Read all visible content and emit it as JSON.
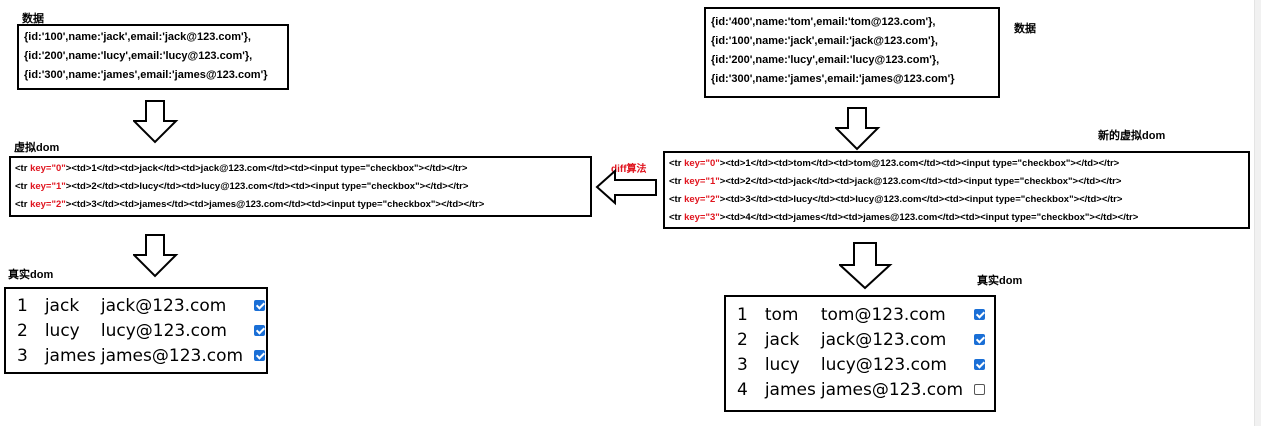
{
  "left": {
    "data_label": "数据",
    "data_lines": [
      "{id:'100',name:'jack',email:'jack@123.com'},",
      "{id:'200',name:'lucy',email:'lucy@123.com'},",
      "{id:'300',name:'james',email:'james@123.com'}"
    ],
    "vdom_label": "虚拟dom",
    "vdom_lines": [
      {
        "pre": "<tr ",
        "key": "key=\"0\"",
        "post": "><td>1</td><td>jack</td><td>jack@123.com</td><td><input type=\"checkbox\"></td></tr>"
      },
      {
        "pre": "<tr ",
        "key": "key=\"1\"",
        "post": "><td>2</td><td>lucy</td><td>lucy@123.com</td><td><input type=\"checkbox\"></td></tr>"
      },
      {
        "pre": "<tr ",
        "key": "key=\"2\"",
        "post": "><td>3</td><td>james</td><td>james@123.com</td><td><input type=\"checkbox\"></td></tr>"
      }
    ],
    "real_label": "真实dom",
    "real_rows": [
      {
        "num": "1",
        "name": "jack",
        "email": "jack@123.com",
        "checked": true
      },
      {
        "num": "2",
        "name": "lucy",
        "email": "lucy@123.com",
        "checked": true
      },
      {
        "num": "3",
        "name": "james",
        "email": "james@123.com",
        "checked": true
      }
    ]
  },
  "diff_label": "diff算法",
  "right": {
    "data_label": "数据",
    "data_lines": [
      "{id:'400',name:'tom',email:'tom@123.com'},",
      "{id:'100',name:'jack',email:'jack@123.com'},",
      "{id:'200',name:'lucy',email:'lucy@123.com'},",
      "{id:'300',name:'james',email:'james@123.com'}"
    ],
    "vdom_label": "新的虚拟dom",
    "vdom_lines": [
      {
        "pre": "<tr ",
        "key": "key=\"0\"",
        "post": "><td>1</td><td>tom</td><td>tom@123.com</td><td><input type=\"checkbox\"></td></tr>"
      },
      {
        "pre": "<tr ",
        "key": "key=\"1\"",
        "post": "><td>2</td><td>jack</td><td>jack@123.com</td><td><input type=\"checkbox\"></td></tr>"
      },
      {
        "pre": "<tr ",
        "key": "key=\"2\"",
        "post": "><td>3</td><td>lucy</td><td>lucy@123.com</td><td><input type=\"checkbox\"></td></tr>"
      },
      {
        "pre": "<tr ",
        "key": "key=\"3\"",
        "post": "><td>4</td><td>james</td><td>james@123.com</td><td><input type=\"checkbox\"></td></tr>"
      }
    ],
    "real_label": "真实dom",
    "real_rows": [
      {
        "num": "1",
        "name": "tom",
        "email": "tom@123.com",
        "checked": true
      },
      {
        "num": "2",
        "name": "jack",
        "email": "jack@123.com",
        "checked": true
      },
      {
        "num": "3",
        "name": "lucy",
        "email": "lucy@123.com",
        "checked": true
      },
      {
        "num": "4",
        "name": "james",
        "email": "james@123.com",
        "checked": false
      }
    ]
  },
  "colors": {
    "key_red": "#e0141e",
    "checkbox_blue": "#1a6fd6"
  }
}
